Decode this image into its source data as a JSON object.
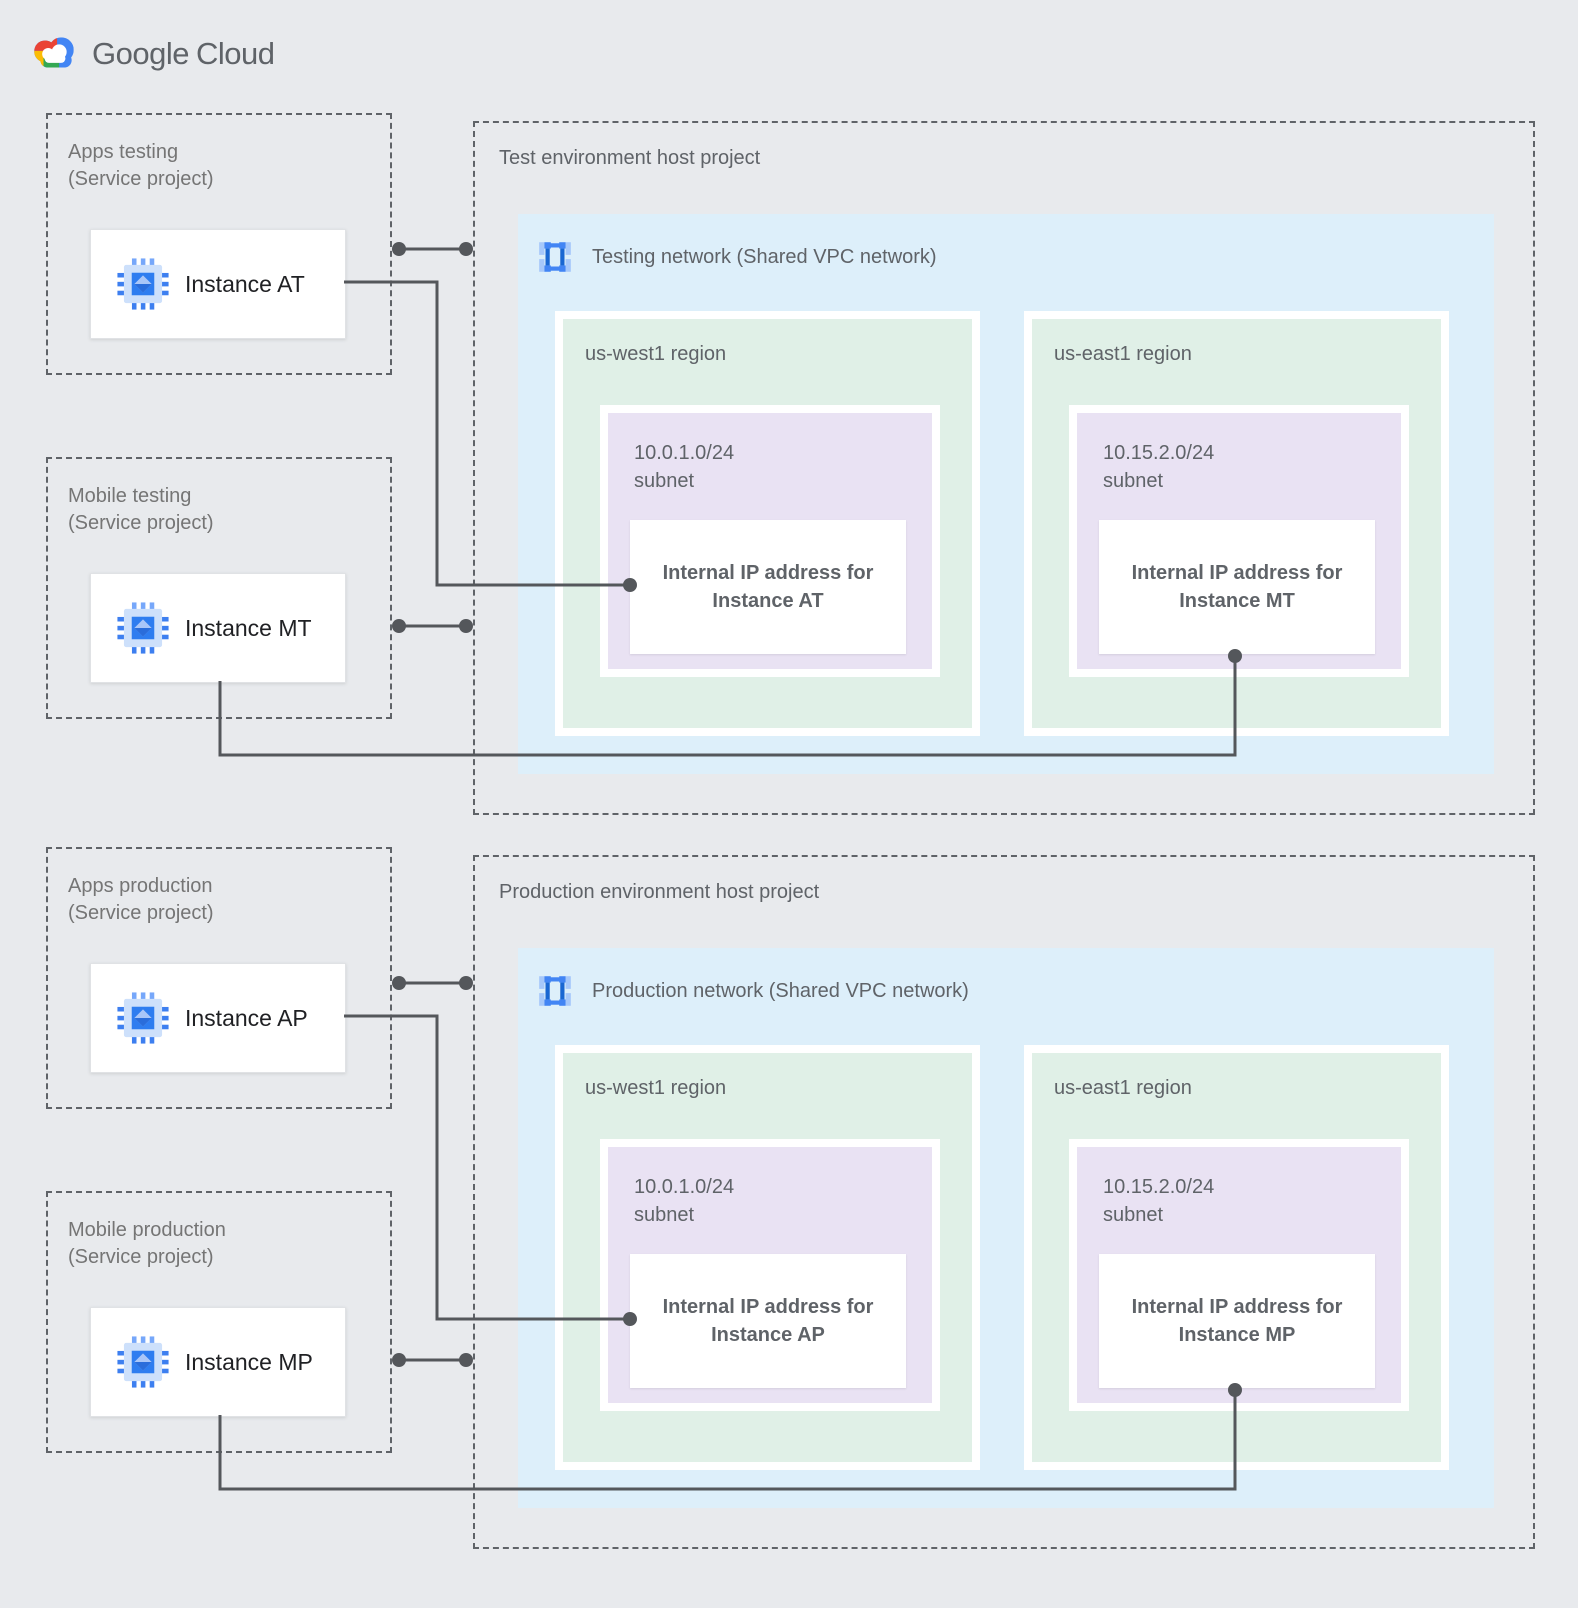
{
  "logo": {
    "google": "Google",
    "cloud": "Cloud"
  },
  "colors": {
    "page_bg": "#e8eaed",
    "network_bg": "#ddeffa",
    "region_bg": "#e0f0e7",
    "subnet_bg": "#e9e2f3",
    "connector": "#54575b",
    "dashed_border": "#5f6368",
    "google_blue": "#4285f4",
    "google_red": "#ea4335",
    "google_yellow": "#fbbc04",
    "google_green": "#34a853"
  },
  "sections": [
    {
      "host_title": "Test environment host project",
      "network_label": "Testing network (Shared VPC network)",
      "service_projects": [
        {
          "name": "Apps testing",
          "type": "(Service project)",
          "instance": "Instance AT"
        },
        {
          "name": "Mobile testing",
          "type": "(Service project)",
          "instance": "Instance MT"
        }
      ],
      "regions": [
        {
          "name": "us-west1 region",
          "cidr": "10.0.1.0/24",
          "subnet_word": "subnet",
          "ip_line1": "Internal IP address for",
          "ip_line2": "Instance AT"
        },
        {
          "name": "us-east1 region",
          "cidr": "10.15.2.0/24",
          "subnet_word": "subnet",
          "ip_line1": "Internal IP address for",
          "ip_line2": "Instance MT"
        }
      ]
    },
    {
      "host_title": "Production environment host project",
      "network_label": "Production network (Shared VPC network)",
      "service_projects": [
        {
          "name": "Apps production",
          "type": "(Service project)",
          "instance": "Instance AP"
        },
        {
          "name": "Mobile production",
          "type": "(Service project)",
          "instance": "Instance MP"
        }
      ],
      "regions": [
        {
          "name": "us-west1 region",
          "cidr": "10.0.1.0/24",
          "subnet_word": "subnet",
          "ip_line1": "Internal IP address for",
          "ip_line2": "Instance AP"
        },
        {
          "name": "us-east1 region",
          "cidr": "10.15.2.0/24",
          "subnet_word": "subnet",
          "ip_line1": "Internal IP address for",
          "ip_line2": "Instance MP"
        }
      ]
    }
  ]
}
